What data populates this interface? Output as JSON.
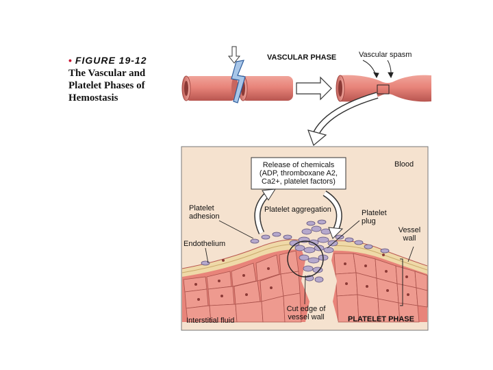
{
  "caption": {
    "figure_number": "FIGURE 19-12",
    "title_lines": [
      "The Vascular and",
      "Platelet Phases of",
      "Hemostasis"
    ]
  },
  "top_labels": {
    "vascular_phase": "VASCULAR PHASE",
    "vascular_spasm": "Vascular spasm"
  },
  "panel": {
    "chem_box_lines": [
      "Release of chemicals",
      "(ADP, thromboxane A2,",
      "Ca2+, platelet factors)"
    ],
    "blood": "Blood",
    "platelet_adhesion": [
      "Platelet",
      "adhesion"
    ],
    "platelet_aggregation": "Platelet aggregation",
    "platelet_plug": [
      "Platelet",
      "plug"
    ],
    "vessel_wall": [
      "Vessel",
      "wall"
    ],
    "endothelium": "Endothelium",
    "cut_edge": [
      "Cut edge of",
      "vessel wall"
    ],
    "interstitial_fluid": "Interstitial fluid",
    "platelet_phase": "PLATELET PHASE"
  },
  "colors": {
    "vessel": "#e8847a",
    "vessel_dark": "#b85650",
    "panel_bg": "#f5e2cf",
    "platelet": "#b5a8cc"
  }
}
